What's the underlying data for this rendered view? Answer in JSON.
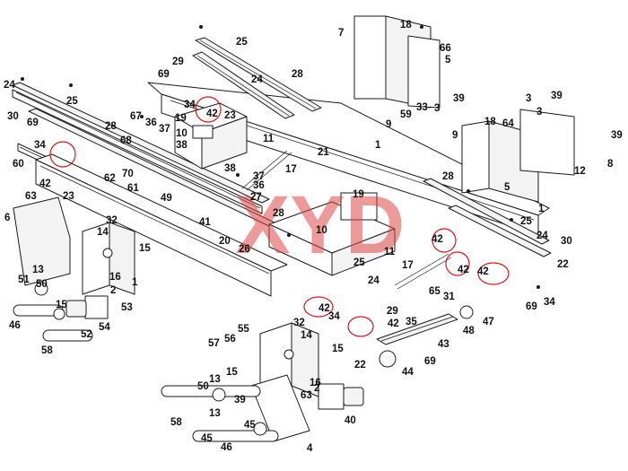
{
  "watermark": "XYD",
  "highlight_color": "#d9141b",
  "callouts": [
    {
      "id": "c25a",
      "text": "25"
    },
    {
      "id": "c29a",
      "text": "29"
    },
    {
      "id": "c69a",
      "text": "69"
    },
    {
      "id": "c24a",
      "text": "24"
    },
    {
      "id": "c28a",
      "text": "28"
    },
    {
      "id": "c34a",
      "text": "34"
    },
    {
      "id": "c42a",
      "text": "42"
    },
    {
      "id": "c23a",
      "text": "23"
    },
    {
      "id": "c19a",
      "text": "19"
    },
    {
      "id": "c10a",
      "text": "10"
    },
    {
      "id": "c37a",
      "text": "37"
    },
    {
      "id": "c38a",
      "text": "38"
    },
    {
      "id": "c36a",
      "text": "36"
    },
    {
      "id": "c67",
      "text": "67"
    },
    {
      "id": "c68",
      "text": "68"
    },
    {
      "id": "c11a",
      "text": "11"
    },
    {
      "id": "c17a",
      "text": "17"
    },
    {
      "id": "c21",
      "text": "21"
    },
    {
      "id": "c24b",
      "text": "24"
    },
    {
      "id": "c25b",
      "text": "25"
    },
    {
      "id": "c30a",
      "text": "30"
    },
    {
      "id": "c69b",
      "text": "69"
    },
    {
      "id": "c28b",
      "text": "28"
    },
    {
      "id": "c34b",
      "text": "34"
    },
    {
      "id": "c60",
      "text": "60"
    },
    {
      "id": "c42b",
      "text": "42"
    },
    {
      "id": "c23b",
      "text": "23"
    },
    {
      "id": "c62",
      "text": "62"
    },
    {
      "id": "c70",
      "text": "70"
    },
    {
      "id": "c61",
      "text": "61"
    },
    {
      "id": "c63a",
      "text": "63"
    },
    {
      "id": "c6",
      "text": "6"
    },
    {
      "id": "c32a",
      "text": "32"
    },
    {
      "id": "c14a",
      "text": "14"
    },
    {
      "id": "c15a",
      "text": "15"
    },
    {
      "id": "c16a",
      "text": "16"
    },
    {
      "id": "c1a",
      "text": "1"
    },
    {
      "id": "c13a",
      "text": "13"
    },
    {
      "id": "c51",
      "text": "51"
    },
    {
      "id": "c50a",
      "text": "50"
    },
    {
      "id": "c15b",
      "text": "15"
    },
    {
      "id": "c2a",
      "text": "2"
    },
    {
      "id": "c53",
      "text": "53"
    },
    {
      "id": "c46a",
      "text": "46"
    },
    {
      "id": "c52",
      "text": "52"
    },
    {
      "id": "c54",
      "text": "54"
    },
    {
      "id": "c58a",
      "text": "58"
    },
    {
      "id": "c49",
      "text": "49"
    },
    {
      "id": "c41",
      "text": "41"
    },
    {
      "id": "c20",
      "text": "20"
    },
    {
      "id": "c26",
      "text": "26"
    },
    {
      "id": "c27",
      "text": "27"
    },
    {
      "id": "c36b",
      "text": "36"
    },
    {
      "id": "c37b",
      "text": "37"
    },
    {
      "id": "c38b",
      "text": "38"
    },
    {
      "id": "c28c",
      "text": "28"
    },
    {
      "id": "c19b",
      "text": "19"
    },
    {
      "id": "c10b",
      "text": "10"
    },
    {
      "id": "c11b",
      "text": "11"
    },
    {
      "id": "c25c",
      "text": "25"
    },
    {
      "id": "c24c",
      "text": "24"
    },
    {
      "id": "c17b",
      "text": "17"
    },
    {
      "id": "c42c",
      "text": "42"
    },
    {
      "id": "c42d",
      "text": "42"
    },
    {
      "id": "c42e",
      "text": "42"
    },
    {
      "id": "c25d",
      "text": "25"
    },
    {
      "id": "c24d",
      "text": "24"
    },
    {
      "id": "c30b",
      "text": "30"
    },
    {
      "id": "c22a",
      "text": "22"
    },
    {
      "id": "c34c",
      "text": "34"
    },
    {
      "id": "c69c",
      "text": "69"
    },
    {
      "id": "c65",
      "text": "65"
    },
    {
      "id": "c31",
      "text": "31"
    },
    {
      "id": "c29b",
      "text": "29"
    },
    {
      "id": "c42f",
      "text": "42"
    },
    {
      "id": "c34d",
      "text": "34"
    },
    {
      "id": "c42g",
      "text": "42"
    },
    {
      "id": "c35",
      "text": "35"
    },
    {
      "id": "c32b",
      "text": "32"
    },
    {
      "id": "c14b",
      "text": "14"
    },
    {
      "id": "c15c",
      "text": "15"
    },
    {
      "id": "c22b",
      "text": "22"
    },
    {
      "id": "c69d",
      "text": "69"
    },
    {
      "id": "c43",
      "text": "43"
    },
    {
      "id": "c48",
      "text": "48"
    },
    {
      "id": "c47",
      "text": "47"
    },
    {
      "id": "c44",
      "text": "44"
    },
    {
      "id": "c40",
      "text": "40"
    },
    {
      "id": "c55",
      "text": "55"
    },
    {
      "id": "c56",
      "text": "56"
    },
    {
      "id": "c57",
      "text": "57"
    },
    {
      "id": "c15d",
      "text": "15"
    },
    {
      "id": "c16b",
      "text": "16"
    },
    {
      "id": "c63b",
      "text": "63"
    },
    {
      "id": "c2b",
      "text": "2"
    },
    {
      "id": "c50b",
      "text": "50"
    },
    {
      "id": "c13b",
      "text": "13"
    },
    {
      "id": "c39a",
      "text": "39"
    },
    {
      "id": "c13c",
      "text": "13"
    },
    {
      "id": "c58b",
      "text": "58"
    },
    {
      "id": "c45a",
      "text": "45"
    },
    {
      "id": "c45b",
      "text": "45"
    },
    {
      "id": "c46b",
      "text": "46"
    },
    {
      "id": "c4",
      "text": "4"
    },
    {
      "id": "c18a",
      "text": "18"
    },
    {
      "id": "c7",
      "text": "7"
    },
    {
      "id": "c66",
      "text": "66"
    },
    {
      "id": "c5a",
      "text": "5"
    },
    {
      "id": "c39b",
      "text": "39"
    },
    {
      "id": "c3a",
      "text": "3"
    },
    {
      "id": "c59",
      "text": "59"
    },
    {
      "id": "c33",
      "text": "33"
    },
    {
      "id": "c9a",
      "text": "9"
    },
    {
      "id": "c1b",
      "text": "1"
    },
    {
      "id": "c3b",
      "text": "3"
    },
    {
      "id": "c39c",
      "text": "39"
    },
    {
      "id": "c3c",
      "text": "3"
    },
    {
      "id": "c64",
      "text": "64"
    },
    {
      "id": "c18b",
      "text": "18"
    },
    {
      "id": "c9b",
      "text": "9"
    },
    {
      "id": "c39d",
      "text": "39"
    },
    {
      "id": "c8",
      "text": "8"
    },
    {
      "id": "c12",
      "text": "12"
    },
    {
      "id": "c5b",
      "text": "5"
    },
    {
      "id": "c1c",
      "text": "1"
    },
    {
      "id": "c28d",
      "text": "28"
    }
  ]
}
